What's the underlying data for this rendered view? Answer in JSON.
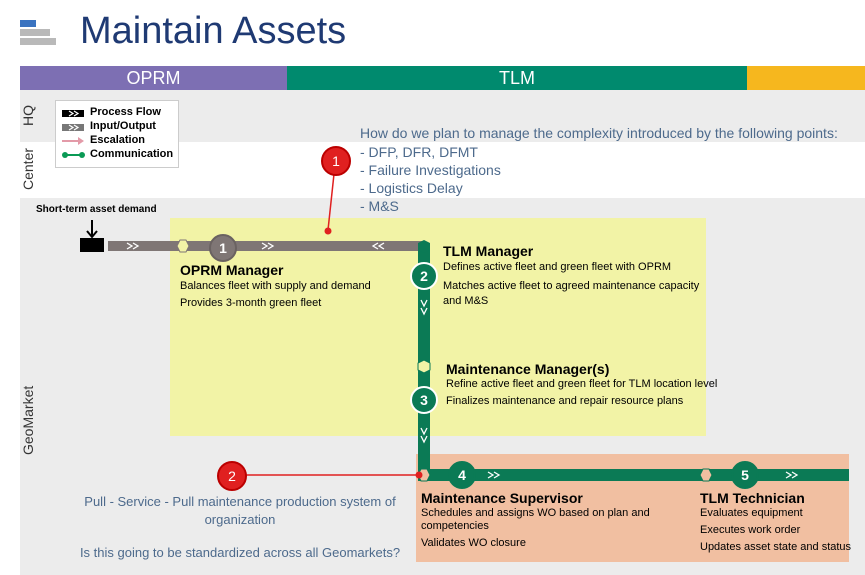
{
  "title": "Maintain Assets",
  "phases": {
    "oprm": "OPRM",
    "tlm": "TLM"
  },
  "lanes": {
    "hq": "HQ",
    "center": "Center",
    "geomarket": "GeoMarket"
  },
  "legend": {
    "process_flow": "Process Flow",
    "input_output": "Input/Output",
    "escalation": "Escalation",
    "communication": "Communication"
  },
  "question_block": {
    "heading": "How do we plan to manage the complexity introduced by the following points:",
    "points": [
      "- DFP, DFR, DFMT",
      "- Failure Investigations",
      "- Logistics Delay",
      "- M&S"
    ]
  },
  "short_term_demand": "Short-term asset demand",
  "markers": {
    "one": "1",
    "two": "2"
  },
  "steps": [
    {
      "num": "1",
      "title": "OPRM Manager",
      "lines": [
        "Balances fleet with supply and demand",
        "Provides 3-month green fleet"
      ]
    },
    {
      "num": "2",
      "title": "TLM Manager",
      "lines": [
        "Defines active fleet and green fleet with OPRM",
        "Matches active fleet to agreed maintenance capacity",
        "and M&S"
      ]
    },
    {
      "num": "3",
      "title": "Maintenance Manager(s)",
      "lines": [
        "Refine active fleet and green fleet for TLM location level",
        "Finalizes maintenance and repair resource plans"
      ]
    },
    {
      "num": "4",
      "title": "Maintenance Supervisor",
      "lines": [
        "Schedules and assigns WO based on plan and",
        "competencies",
        "Validates WO closure"
      ]
    },
    {
      "num": "5",
      "title": "TLM Technician",
      "lines": [
        "Evaluates equipment",
        "Executes work order",
        "Updates asset state and status"
      ]
    }
  ],
  "pull_text": [
    "Pull - Service - Pull maintenance production system of",
    "organization"
  ],
  "standardize_question": "Is this going to be standardized across all Geomarkets?",
  "colors": {
    "oprm": "#7d6fb3",
    "tlm": "#008a6e",
    "end": "#f6b71e",
    "yellow": "#f2f3a6",
    "orange": "#f1bfa1",
    "grey_flow": "#7f7675",
    "green_flow": "#0b7a55"
  }
}
